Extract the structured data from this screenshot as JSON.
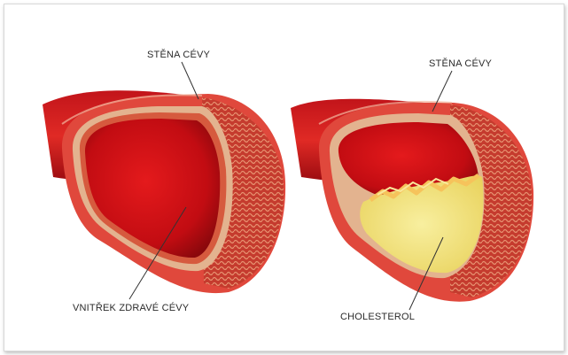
{
  "labels": {
    "left_wall": "STĚNA CÉVY",
    "right_wall": "STĚNA CÉVY",
    "healthy_interior": "VNITŘEK ZDRAVÉ CÉVY",
    "cholesterol": "CHOLESTEROL"
  },
  "colors": {
    "blood": "#c90d13",
    "blood_dark": "#8e0a0e",
    "vessel_outer": "#e0483c",
    "wall_layer": "#e3b38f",
    "plaque": "#f0df6e",
    "plaque_light": "#f8ef9f"
  }
}
